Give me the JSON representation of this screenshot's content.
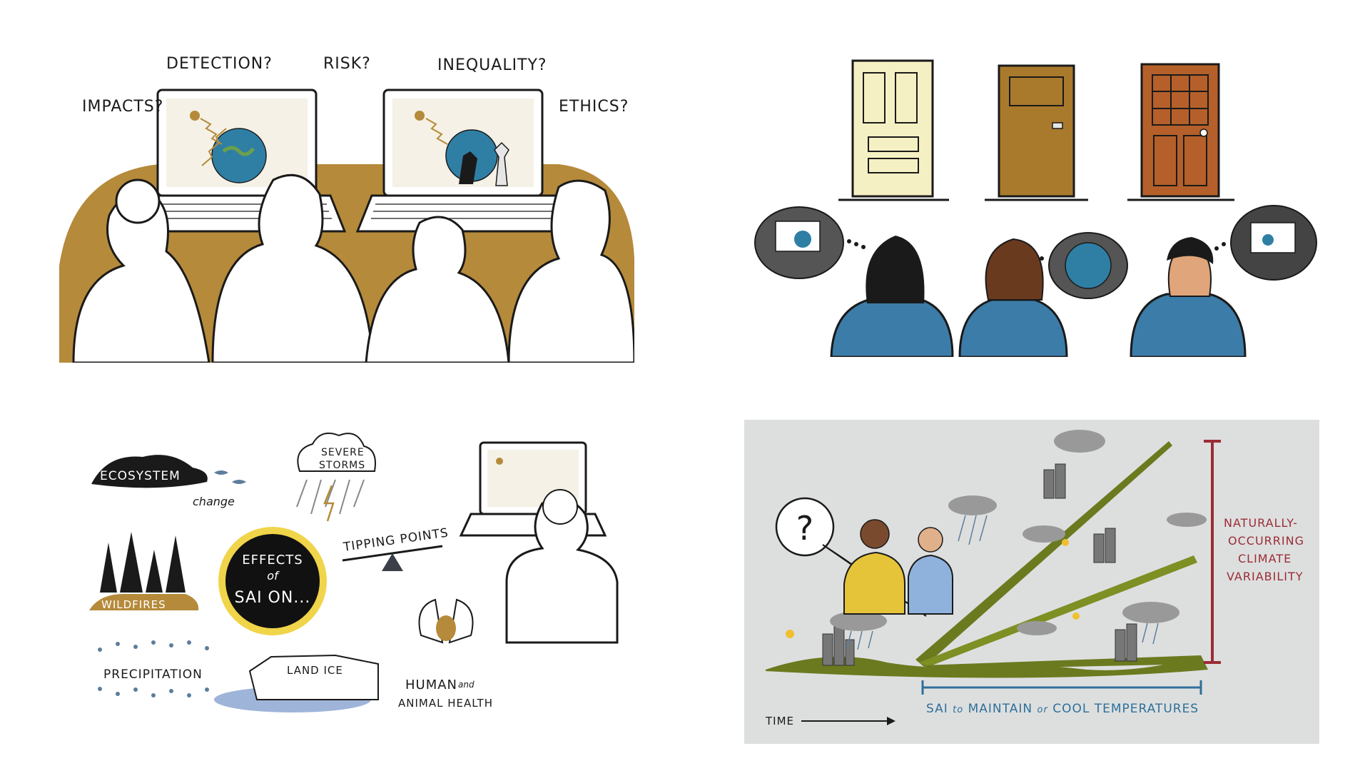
{
  "panel1": {
    "labels": [
      "DETECTION?",
      "RISK?",
      "INEQUALITY?",
      "IMPACTS?",
      "ETHICS?"
    ]
  },
  "panel2": {},
  "panel3": {
    "center": {
      "line1": "EFFECTS",
      "line2": "of",
      "line3": "SAI ON..."
    },
    "items": {
      "ecosystem": "ECOSYSTEM",
      "change": "change",
      "storms_line1": "SEVERE",
      "storms_line2": "STORMS",
      "tipping": "TIPPING POINTS",
      "wildfires": "WILDFIRES",
      "precipitation": "PRECIPITATION",
      "land_ice": "LAND ICE",
      "health_line1": "HUMAN",
      "health_and": "and",
      "health_line2": "ANIMAL HEALTH"
    }
  },
  "panel4": {
    "variability": [
      "NATURALLY-",
      "OCCURRING",
      "CLIMATE",
      "VARIABILITY"
    ],
    "sai_label": {
      "pre": "SAI",
      "to": "to",
      "mid": "MAINTAIN",
      "or": "or",
      "post": "COOL TEMPERATURES"
    },
    "time_label": "TIME",
    "colors": {
      "accent_red": "#9b2c35",
      "accent_blue": "#2f6f9a",
      "green": "#6b7a1e",
      "gold": "#b58a3a"
    }
  }
}
